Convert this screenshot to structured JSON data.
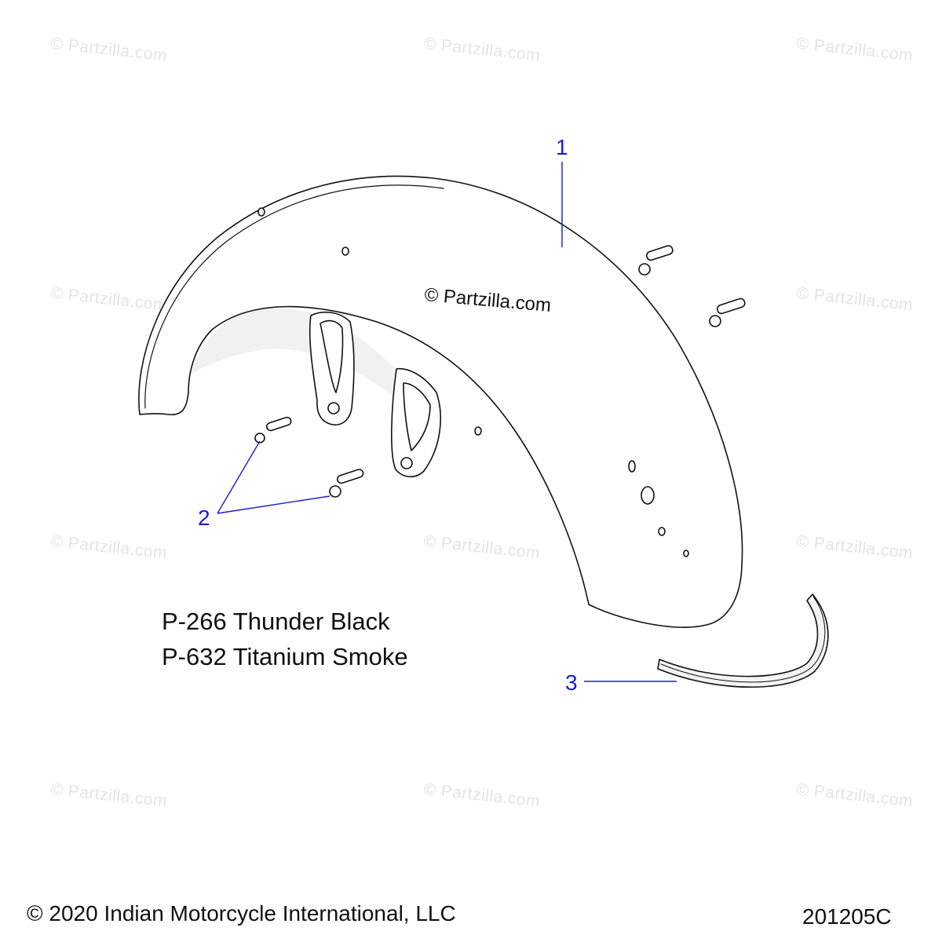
{
  "watermark": {
    "text": "© Partzilla.com",
    "center_text": "© Partzilla.com"
  },
  "callouts": {
    "part_1": "1",
    "part_2": "2",
    "part_3": "3"
  },
  "color_notes": [
    "P-266 Thunder Black",
    "P-632 Titanium Smoke"
  ],
  "footer": {
    "copyright": "© 2020 Indian Motorcycle International, LLC",
    "diagram_id": "201205C"
  },
  "colors": {
    "callout": "#1a1adb",
    "line_art": "#111111",
    "watermark": "#e4e4e4"
  }
}
